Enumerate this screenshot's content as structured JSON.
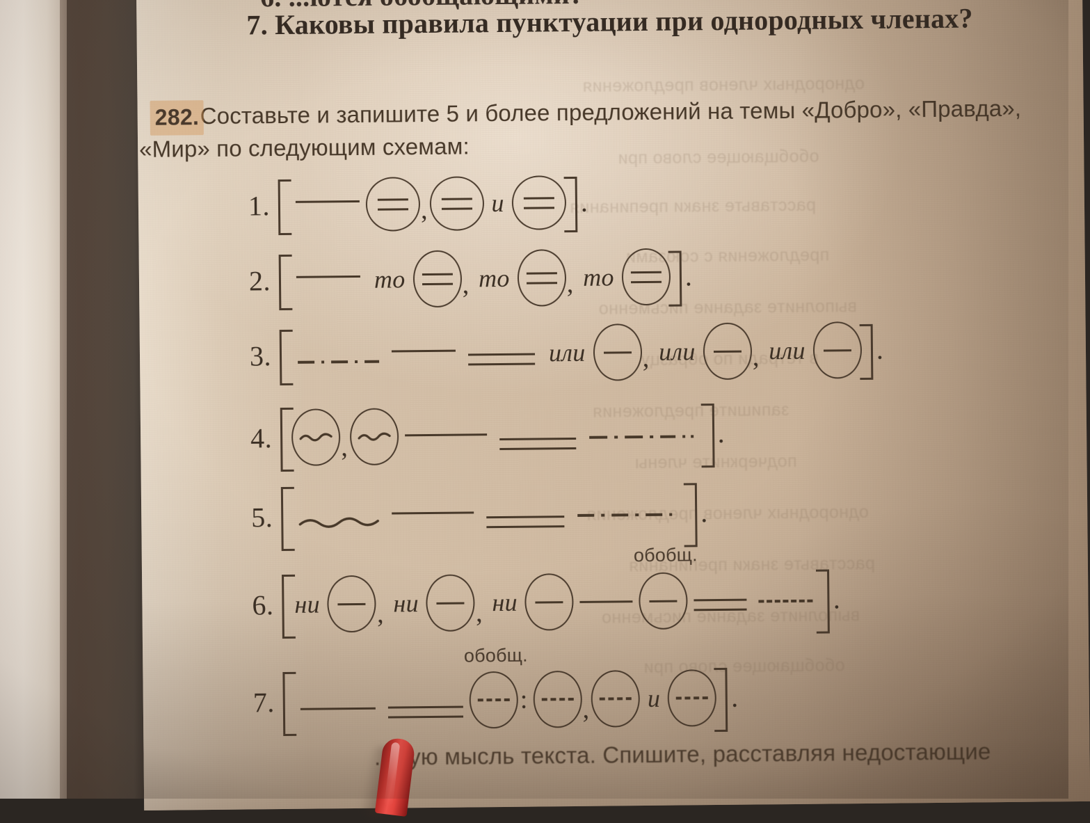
{
  "page": {
    "material": "printed textbook page (photograph)",
    "paper_color": "#d2bda5",
    "ink_color": "#3f3226",
    "highlight_color": "#d69656",
    "pen_color": "#d83a35"
  },
  "top_questions": {
    "q6_partial": "6. ...ются обобщающими?",
    "q7": "7. Каковы правила пунктуации при однородных членах?"
  },
  "exercise": {
    "number": "282.",
    "text_line1": "Составьте и запишите 5 и более предложений на темы «Добро», «Правда»,",
    "text_line2": "«Мир» по следующим схемам:"
  },
  "labels": {
    "generalizing": "обобщ.",
    "period": ".",
    "comma": ",",
    "colon": ":"
  },
  "conjunctions": {
    "i": "и",
    "to": "то",
    "ili": "или",
    "ni": "ни"
  },
  "schemes": [
    {
      "number": "1.",
      "parts": "[ ___ (=), (=) и (=) ].",
      "members": [
        "subject-line",
        "circle-double",
        "comma",
        "circle-double",
        "conj-i",
        "circle-double"
      ]
    },
    {
      "number": "2.",
      "parts": "[ ___ то (=), то (=), то (=) ].",
      "members": [
        "subject-line",
        "conj-to",
        "circle-double",
        "comma",
        "conj-to",
        "circle-double",
        "comma",
        "conj-to",
        "circle-double"
      ]
    },
    {
      "number": "3.",
      "parts": "[ -·-·- ___ === или (—), или (—), или (—) ].",
      "members": [
        "dash-dot-line",
        "subject-line",
        "predicate-double-line",
        "conj-ili",
        "circle-single",
        "comma",
        "conj-ili",
        "circle-single",
        "comma",
        "conj-ili",
        "circle-single"
      ]
    },
    {
      "number": "4.",
      "parts": "[ (~), (~) ___ === -·-·- ].",
      "members": [
        "circle-wave",
        "comma",
        "circle-wave",
        "subject-line",
        "predicate-double-line",
        "dash-dot-line"
      ]
    },
    {
      "number": "5.",
      "parts": "[ ~~~ ___ === -·-·- ].",
      "members": [
        "wave-line",
        "subject-line",
        "predicate-double-line",
        "dash-dot-line"
      ]
    },
    {
      "number": "6.",
      "parts": "[ ни (—), ни (—), ни (—) ___ (—)обобщ. === ---- ].",
      "members": [
        "conj-ni",
        "circle-single",
        "comma",
        "conj-ni",
        "circle-single",
        "comma",
        "conj-ni",
        "circle-single",
        "subject-line",
        "circle-single-generalizing",
        "predicate-double-line",
        "dashed-line"
      ]
    },
    {
      "number": "7.",
      "parts": "[ ___ === (---)обобщ. : (---), (---) и (---) ].",
      "members": [
        "subject-line",
        "predicate-double-line",
        "circle-dashed-generalizing",
        "colon",
        "circle-dashed",
        "comma",
        "circle-dashed",
        "conj-i",
        "circle-dashed"
      ]
    }
  ],
  "bottom_partial": {
    "text": "…ную мысль текста. Спишите, расставляя недостающие"
  },
  "bleed_through": [
    "однородных членов предложения",
    "обобщающее слово при",
    "расставьте знаки препинания",
    "предложения с союзами",
    "выполните задание письменно",
    "в тетради по образцу",
    "запишите предложения",
    "подчеркните члены"
  ]
}
